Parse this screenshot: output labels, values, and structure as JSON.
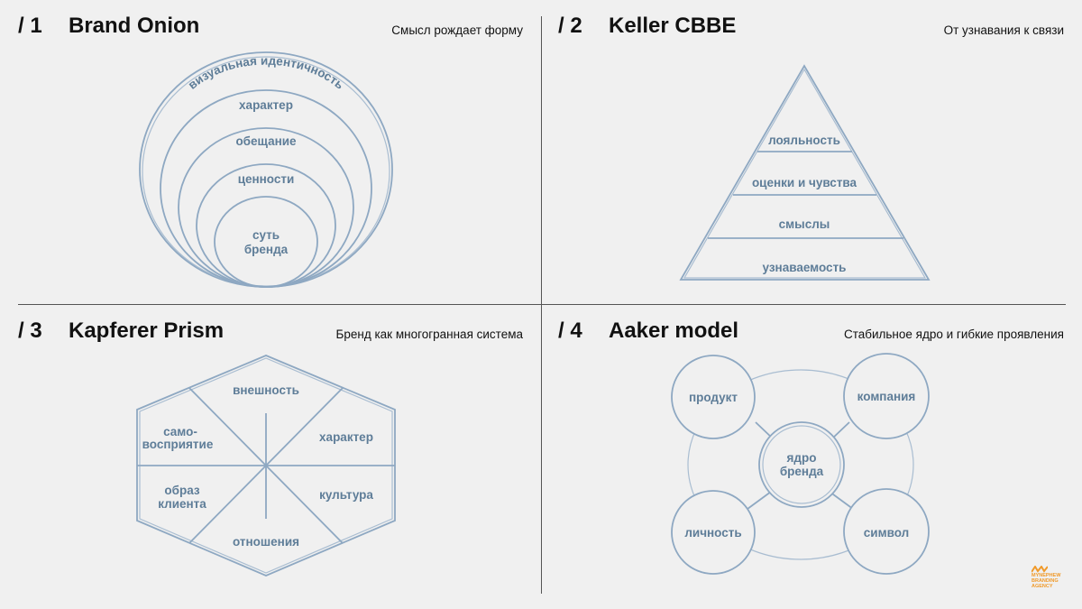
{
  "quadrants": [
    {
      "num": "/ 1",
      "title": "Brand Onion",
      "subtitle": "Смысл рождает форму",
      "layers": [
        "визуальная идентичность",
        "характер",
        "обещание",
        "ценности",
        "суть",
        "бренда"
      ]
    },
    {
      "num": "/ 2",
      "title": "Keller CBBE",
      "subtitle": "От узнавания к связи",
      "levels": [
        "лояльность",
        "оценки и чувства",
        "смыслы",
        "узнаваемость"
      ]
    },
    {
      "num": "/ 3",
      "title": "Kapferer Prism",
      "subtitle": "Бренд как многогранная система",
      "facets": {
        "appearance": "внешность",
        "self_a": "само-",
        "self_b": "восприятие",
        "character": "характер",
        "image_a": "образ",
        "image_b": "клиента",
        "culture": "культура",
        "relations": "отношения"
      }
    },
    {
      "num": "/ 4",
      "title": "Aaker model",
      "subtitle": "Стабильное ядро и гибкие проявления",
      "nodes": {
        "core_a": "ядро",
        "core_b": "бренда",
        "product": "продукт",
        "company": "компания",
        "person": "личность",
        "symbol": "символ"
      }
    }
  ],
  "logo": {
    "line1": "MYNEPHEW",
    "line2": "BRANDING",
    "line3": "AGENCY"
  },
  "colors": {
    "accent": "#8ea8c2",
    "label": "#5e7d98",
    "logo": "#f09a2a"
  }
}
